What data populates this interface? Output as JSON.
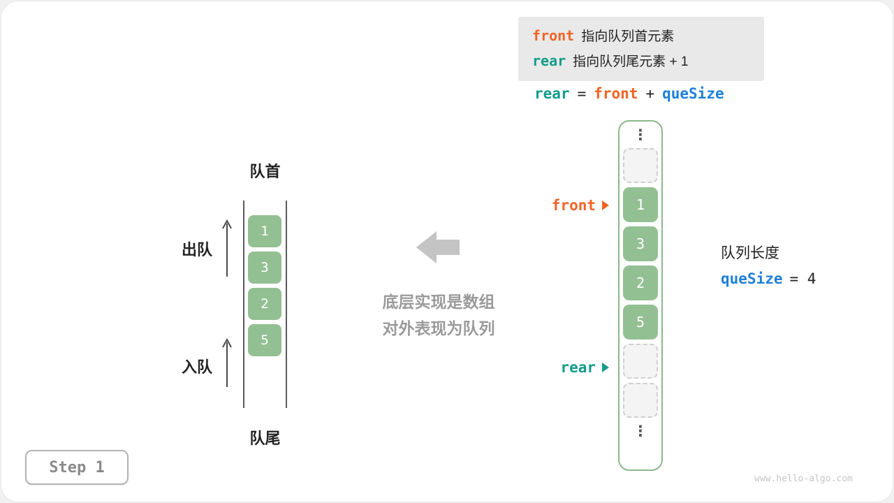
{
  "colors": {
    "front_orange": "#ef6424",
    "rear_teal": "#129c8a",
    "quesize_blue": "#1e7fd8",
    "cell_green": "#93c093",
    "caption_gray": "#9a9a9a"
  },
  "legend": {
    "line1_keyword": "front",
    "line1_text": "指向队列首元素",
    "line2_keyword": "rear",
    "line2_text": "指向队列尾元素 + 1"
  },
  "formula": {
    "lhs": "rear",
    "equals": "=",
    "rhs1": "front",
    "plus": "+",
    "rhs2": "queSize"
  },
  "queue": {
    "head_label": "队首",
    "tail_label": "队尾",
    "dequeue_label": "出队",
    "enqueue_label": "入队",
    "values": [
      "1",
      "3",
      "2",
      "5"
    ]
  },
  "caption": {
    "line1": "底层实现是数组",
    "line2": "对外表现为队列"
  },
  "array": {
    "top_ellipsis": "⋮",
    "bottom_ellipsis": "⋮",
    "cells": [
      {
        "value": ""
      },
      {
        "value": "1"
      },
      {
        "value": "3"
      },
      {
        "value": "2"
      },
      {
        "value": "5"
      },
      {
        "value": ""
      },
      {
        "value": ""
      }
    ],
    "front_label": "front",
    "rear_label": "rear"
  },
  "side_info": {
    "length_label": "队列长度",
    "quesize_keyword": "queSize",
    "quesize_value": "= 4"
  },
  "footer": {
    "step_label": "Step 1",
    "watermark": "www.hello-algo.com"
  }
}
